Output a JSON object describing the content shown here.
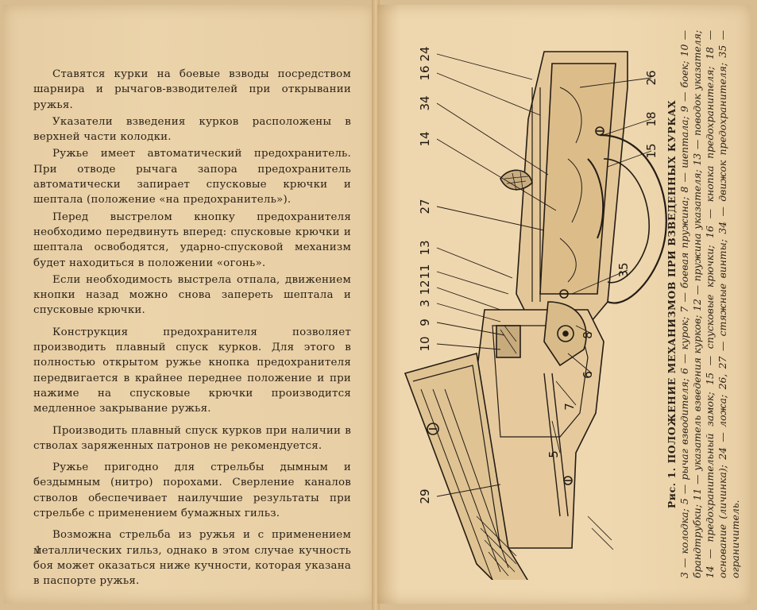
{
  "left_page": {
    "paragraphs": [
      "Ставятся курки на боевые взводы посредством шарнира и рычагов-взводителей при открывании ружья.",
      "Указатели взведения курков расположены в верхней части колодки.",
      "Ружье имеет автоматический предохранитель. При отводе рычага запора предохранитель автоматически запирает спусковые крючки и шептала (положение «на предохранитель»).",
      "Перед выстрелом кнопку предохранителя необходимо передвинуть вперед: спусковые крючки и шептала освободятся, ударно-спусковой механизм будет находиться в положении «огонь».",
      "Если необходимость выстрела отпала, движением кнопки назад можно снова запереть шептала и спусковые крючки.",
      "Конструкция предохранителя позволяет производить плавный спуск курков. Для этого в полностью открытом ружье кнопка предохранителя передвигается в крайнее переднее положение и при нажиме на спусковые крючки производится медленное закрывание ружья.",
      "Производить плавный спуск курков при наличии в стволах заряженных патронов не рекомендуется.",
      "Ружье пригодно для стрельбы дымным и бездымным (нитро) порохами. Сверление каналов стволов обеспечивает наилучшие результаты при стрельбе с применением бумажных гильз.",
      "Возможна стрельба из ружья и с применением металлических гильз, однако в этом случае кучность боя может оказаться ниже кучности, которая указана в паспорте ружья."
    ],
    "page_number": "1"
  },
  "right_page": {
    "figure": {
      "callouts": [
        "24",
        "16",
        "34",
        "14",
        "27",
        "13",
        "11",
        "12",
        "3",
        "9",
        "10",
        "29",
        "26",
        "18",
        "15",
        "35",
        "8",
        "6",
        "7",
        "5"
      ]
    },
    "caption": {
      "title": "Рис. 1. ПОЛОЖЕНИЕ МЕХАНИЗМОВ ПРИ ВЗВЕДЕННЫХ КУРКАХ",
      "legend": "3 — колодка; 5 — рычаг взводителя; 6 — курок; 7 — боевая пружина; 8 — шептала; 9 — боек; 10 — брандтрубки; 11 — указатель взведения курков; 12 — пружина указателя; 13 — поводок указателя; 14 — предохранительный замок; 15 — спусковые крючки; 16 — кнопка предохранителя; 18 — основание (личинка); 24 — ложа; 26, 27 — стяжные винты; 34 — движок предохранителя; 35 — ограничитель."
    }
  },
  "colors": {
    "paper": "#ebd3aa",
    "ink": "#2b2218"
  }
}
